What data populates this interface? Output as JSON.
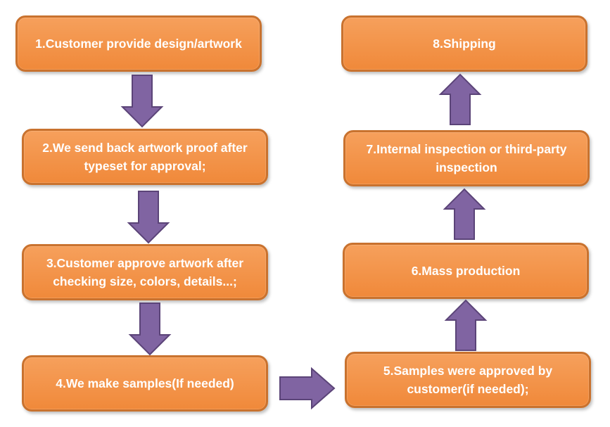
{
  "steps": [
    {
      "label": "1.Customer provide design/artwork"
    },
    {
      "label": "2.We send back artwork proof after typeset for approval;"
    },
    {
      "label": "3.Customer approve artwork after checking size, colors, details...;"
    },
    {
      "label": "4.We make samples(If needed)"
    },
    {
      "label": "5.Samples were approved by customer(if needed);"
    },
    {
      "label": "6.Mass production"
    },
    {
      "label": "7.Internal inspection or third-party inspection"
    },
    {
      "label": "8.Shipping"
    }
  ],
  "colors": {
    "box_fill": "#f0893a",
    "box_border": "#c9722e",
    "box_text": "#ffffff",
    "arrow_fill": "#8064a2",
    "arrow_stroke": "#5b4478"
  }
}
